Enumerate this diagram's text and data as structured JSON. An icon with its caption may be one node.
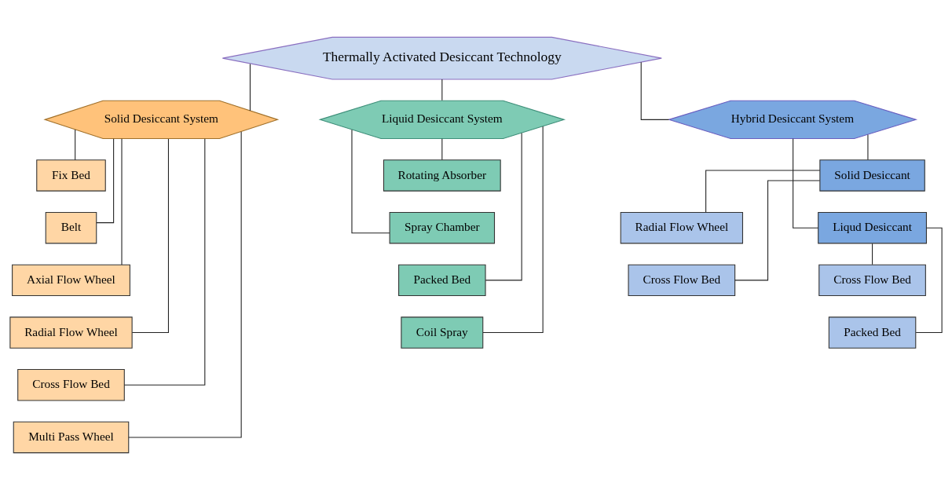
{
  "diagram": {
    "nodes": [
      {
        "text": [
          "Thermally Activated Desiccant Technology"
        ]
      },
      {
        "text": [
          "Solid Desiccant System"
        ]
      },
      {
        "text": [
          "Liquid Desiccant System"
        ]
      },
      {
        "text": [
          "Hybrid Desiccant System"
        ]
      },
      {
        "text": [
          "Fix Bed"
        ]
      },
      {
        "text": [
          "Belt"
        ]
      },
      {
        "text": [
          "Axial Flow Wheel"
        ]
      },
      {
        "text": [
          "Radial Flow Wheel"
        ]
      },
      {
        "text": [
          "Cross Flow Bed"
        ]
      },
      {
        "text": [
          "Multi Pass Wheel"
        ]
      },
      {
        "text": [
          "Rotating Absorber"
        ]
      },
      {
        "text": [
          "Spray Chamber"
        ]
      },
      {
        "text": [
          "Packed Bed"
        ]
      },
      {
        "text": [
          "Coil Spray"
        ]
      },
      {
        "text": [
          "Solid Desiccant"
        ]
      },
      {
        "text": [
          "Radial Flow Wheel"
        ]
      },
      {
        "text": [
          "Cross Flow Bed"
        ]
      },
      {
        "text": [
          "Liqud Desiccant"
        ]
      },
      {
        "text": [
          "Cross Flow Bed"
        ]
      },
      {
        "text": [
          "Packed Bed"
        ]
      }
    ],
    "edges": [
      {
        "from": 0,
        "to": 1,
        "arrow": "none"
      },
      {
        "from": 0,
        "to": 2,
        "arrow": "none"
      },
      {
        "from": 0,
        "to": 3,
        "arrow": "none"
      },
      {
        "from": 1,
        "to": 4,
        "arrow": "none"
      },
      {
        "from": 1,
        "to": 5,
        "arrow": "none"
      },
      {
        "from": 1,
        "to": 6,
        "arrow": "none"
      },
      {
        "from": 1,
        "to": 7,
        "arrow": "none"
      },
      {
        "from": 1,
        "to": 8,
        "arrow": "none"
      },
      {
        "from": 1,
        "to": 9,
        "arrow": "none"
      },
      {
        "from": 2,
        "to": 10,
        "arrow": "none"
      },
      {
        "from": 2,
        "to": 11,
        "arrow": "none"
      },
      {
        "from": 2,
        "to": 12,
        "arrow": "none"
      },
      {
        "from": 2,
        "to": 13,
        "arrow": "none"
      },
      {
        "from": 3,
        "to": 14,
        "arrow": "none"
      },
      {
        "from": 3,
        "to": 17,
        "arrow": "none"
      },
      {
        "from": 14,
        "to": 15,
        "arrow": "none"
      },
      {
        "from": 14,
        "to": 16,
        "arrow": "none"
      },
      {
        "from": 17,
        "to": 18,
        "arrow": "none"
      },
      {
        "from": 17,
        "to": 19,
        "arrow": "none"
      }
    ]
  }
}
